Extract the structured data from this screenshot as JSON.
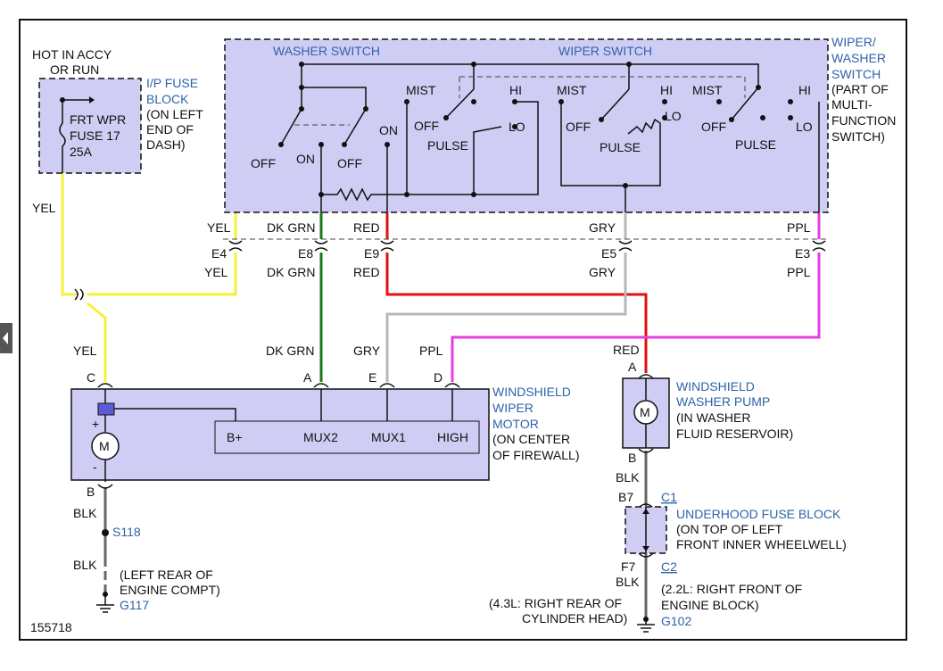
{
  "colors": {
    "yel": "#f4f13a",
    "dkgrn": "#1a7a1a",
    "red": "#e01010",
    "gry": "#b8b8b8",
    "ppl": "#e83ce0",
    "blk": "#666666",
    "component_fill": "#cfcdf4",
    "label_blue": "#2f63a8"
  },
  "hot": {
    "line1": "HOT IN ACCY",
    "line2": "OR RUN"
  },
  "fuse_block": {
    "title1": "I/P FUSE",
    "title2": "BLOCK",
    "loc1": "(ON LEFT",
    "loc2": "END OF",
    "loc3": "DASH)",
    "fuse1": "FRT WPR",
    "fuse2": "FUSE 17",
    "fuse3": "25A"
  },
  "switch": {
    "washer_label": "WASHER SWITCH",
    "wiper_label": "WIPER SWITCH",
    "title1": "WIPER/",
    "title2": "WASHER",
    "title3": "SWITCH",
    "part1": "(PART OF",
    "part2": "MULTI-",
    "part3": "FUNCTION",
    "part4": "SWITCH)",
    "off": "OFF",
    "on": "ON",
    "mist": "MIST",
    "hi": "HI",
    "lo": "LO",
    "pulse": "PULSE"
  },
  "wires": {
    "yel": "YEL",
    "dkgrn": "DK GRN",
    "red": "RED",
    "gry": "GRY",
    "ppl": "PPL",
    "blk": "BLK"
  },
  "connectors": {
    "e4": "E4",
    "e8": "E8",
    "e9": "E9",
    "e5": "E5",
    "e3": "E3",
    "c": "C",
    "a": "A",
    "e": "E",
    "d": "D",
    "b": "B",
    "pump_a": "A",
    "pump_b": "B",
    "b7": "B7",
    "c1": "C1",
    "f7": "F7",
    "c2": "C2"
  },
  "motor": {
    "title1": "WINDSHIELD",
    "title2": "WIPER",
    "title3": "MOTOR",
    "loc1": "(ON CENTER",
    "loc2": "OF FIREWALL)",
    "b_plus": "B+",
    "mux2": "MUX2",
    "mux1": "MUX1",
    "high": "HIGH",
    "m": "M",
    "plus": "+",
    "minus": "-"
  },
  "pump": {
    "title1": "WINDSHIELD",
    "title2": "WASHER PUMP",
    "loc1": "(IN WASHER",
    "loc2": "FLUID RESERVOIR)",
    "m": "M"
  },
  "underhood": {
    "title": "UNDERHOOD FUSE BLOCK",
    "loc1": "(ON TOP OF LEFT",
    "loc2": "FRONT INNER WHEELWELL)"
  },
  "grounds": {
    "s118": "S118",
    "left_loc1": "(LEFT REAR OF",
    "left_loc2": "ENGINE COMPT)",
    "g117": "G117",
    "r43_1": "(4.3L: RIGHT REAR OF",
    "r43_2": "CYLINDER HEAD)",
    "r22_1": "(2.2L: RIGHT FRONT OF",
    "r22_2": "ENGINE BLOCK)",
    "g102": "G102"
  },
  "figure_id": "155718"
}
